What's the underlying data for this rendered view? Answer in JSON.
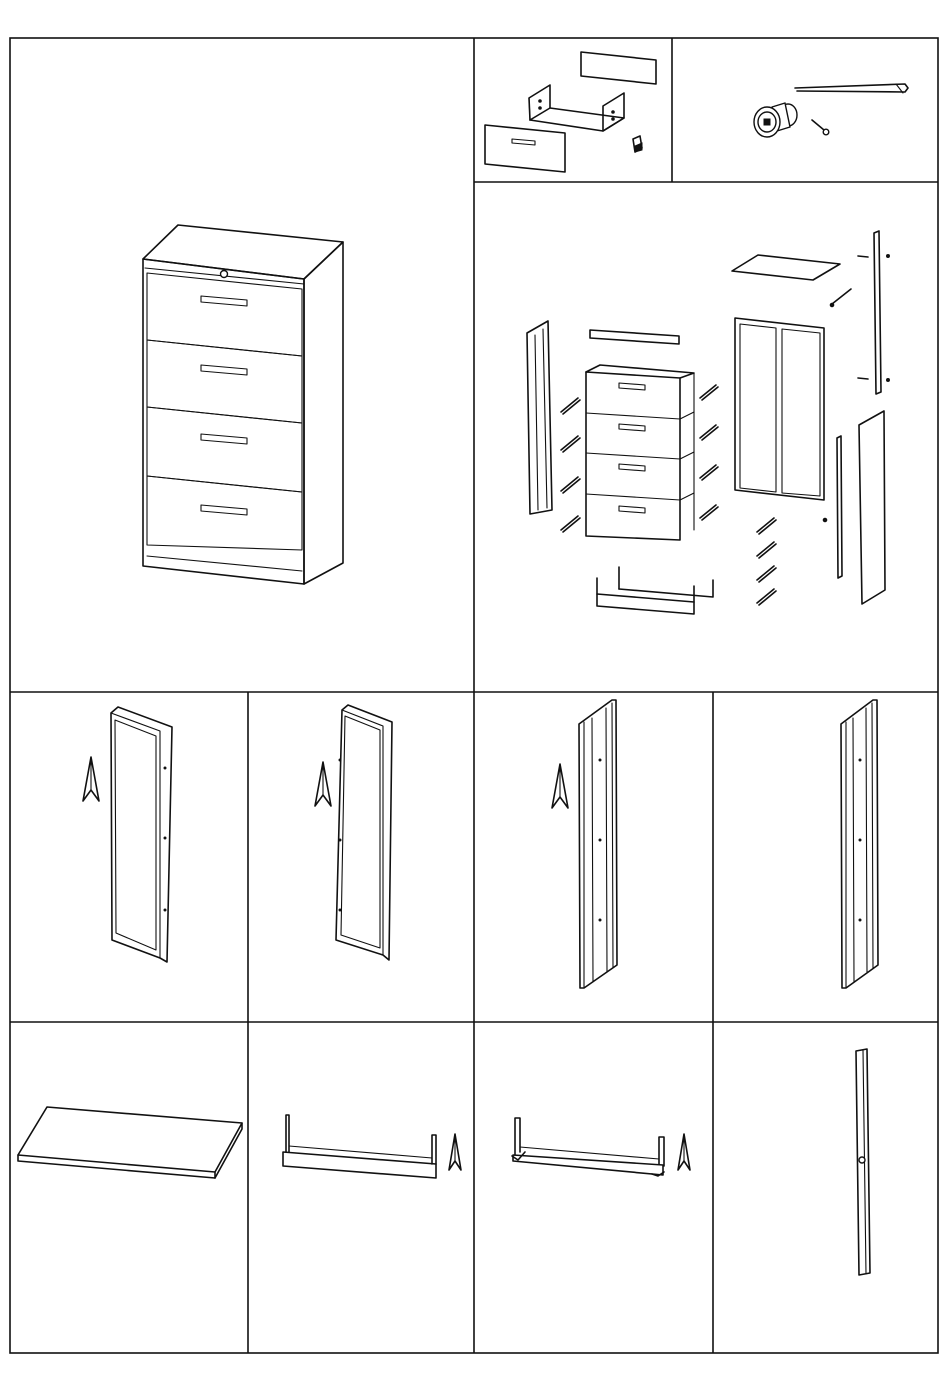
{
  "sheet": {
    "title": "",
    "grid_color": "#111111",
    "background": "#ffffff",
    "panels": [
      {
        "id": "assembled-cabinet",
        "depicts": "four-drawer-lateral-file-cabinet"
      },
      {
        "id": "drawer-parts",
        "depicts": "drawer-front-body-back-slide"
      },
      {
        "id": "lock-parts",
        "depicts": "lock-cylinder-rod-key"
      },
      {
        "id": "exploded-view",
        "depicts": "cabinet-exploded-assembly"
      },
      {
        "id": "side-panel-left-outer",
        "depicts": "side-panel"
      },
      {
        "id": "side-panel-left-inner",
        "depicts": "side-panel"
      },
      {
        "id": "side-panel-right-outer",
        "depicts": "side-panel"
      },
      {
        "id": "side-panel-right-inner",
        "depicts": "side-panel"
      },
      {
        "id": "top-panel",
        "depicts": "top-panel"
      },
      {
        "id": "base-frame-front",
        "depicts": "base-frame"
      },
      {
        "id": "base-frame-rear",
        "depicts": "base-frame"
      },
      {
        "id": "lock-bar",
        "depicts": "lock-bar"
      }
    ]
  }
}
